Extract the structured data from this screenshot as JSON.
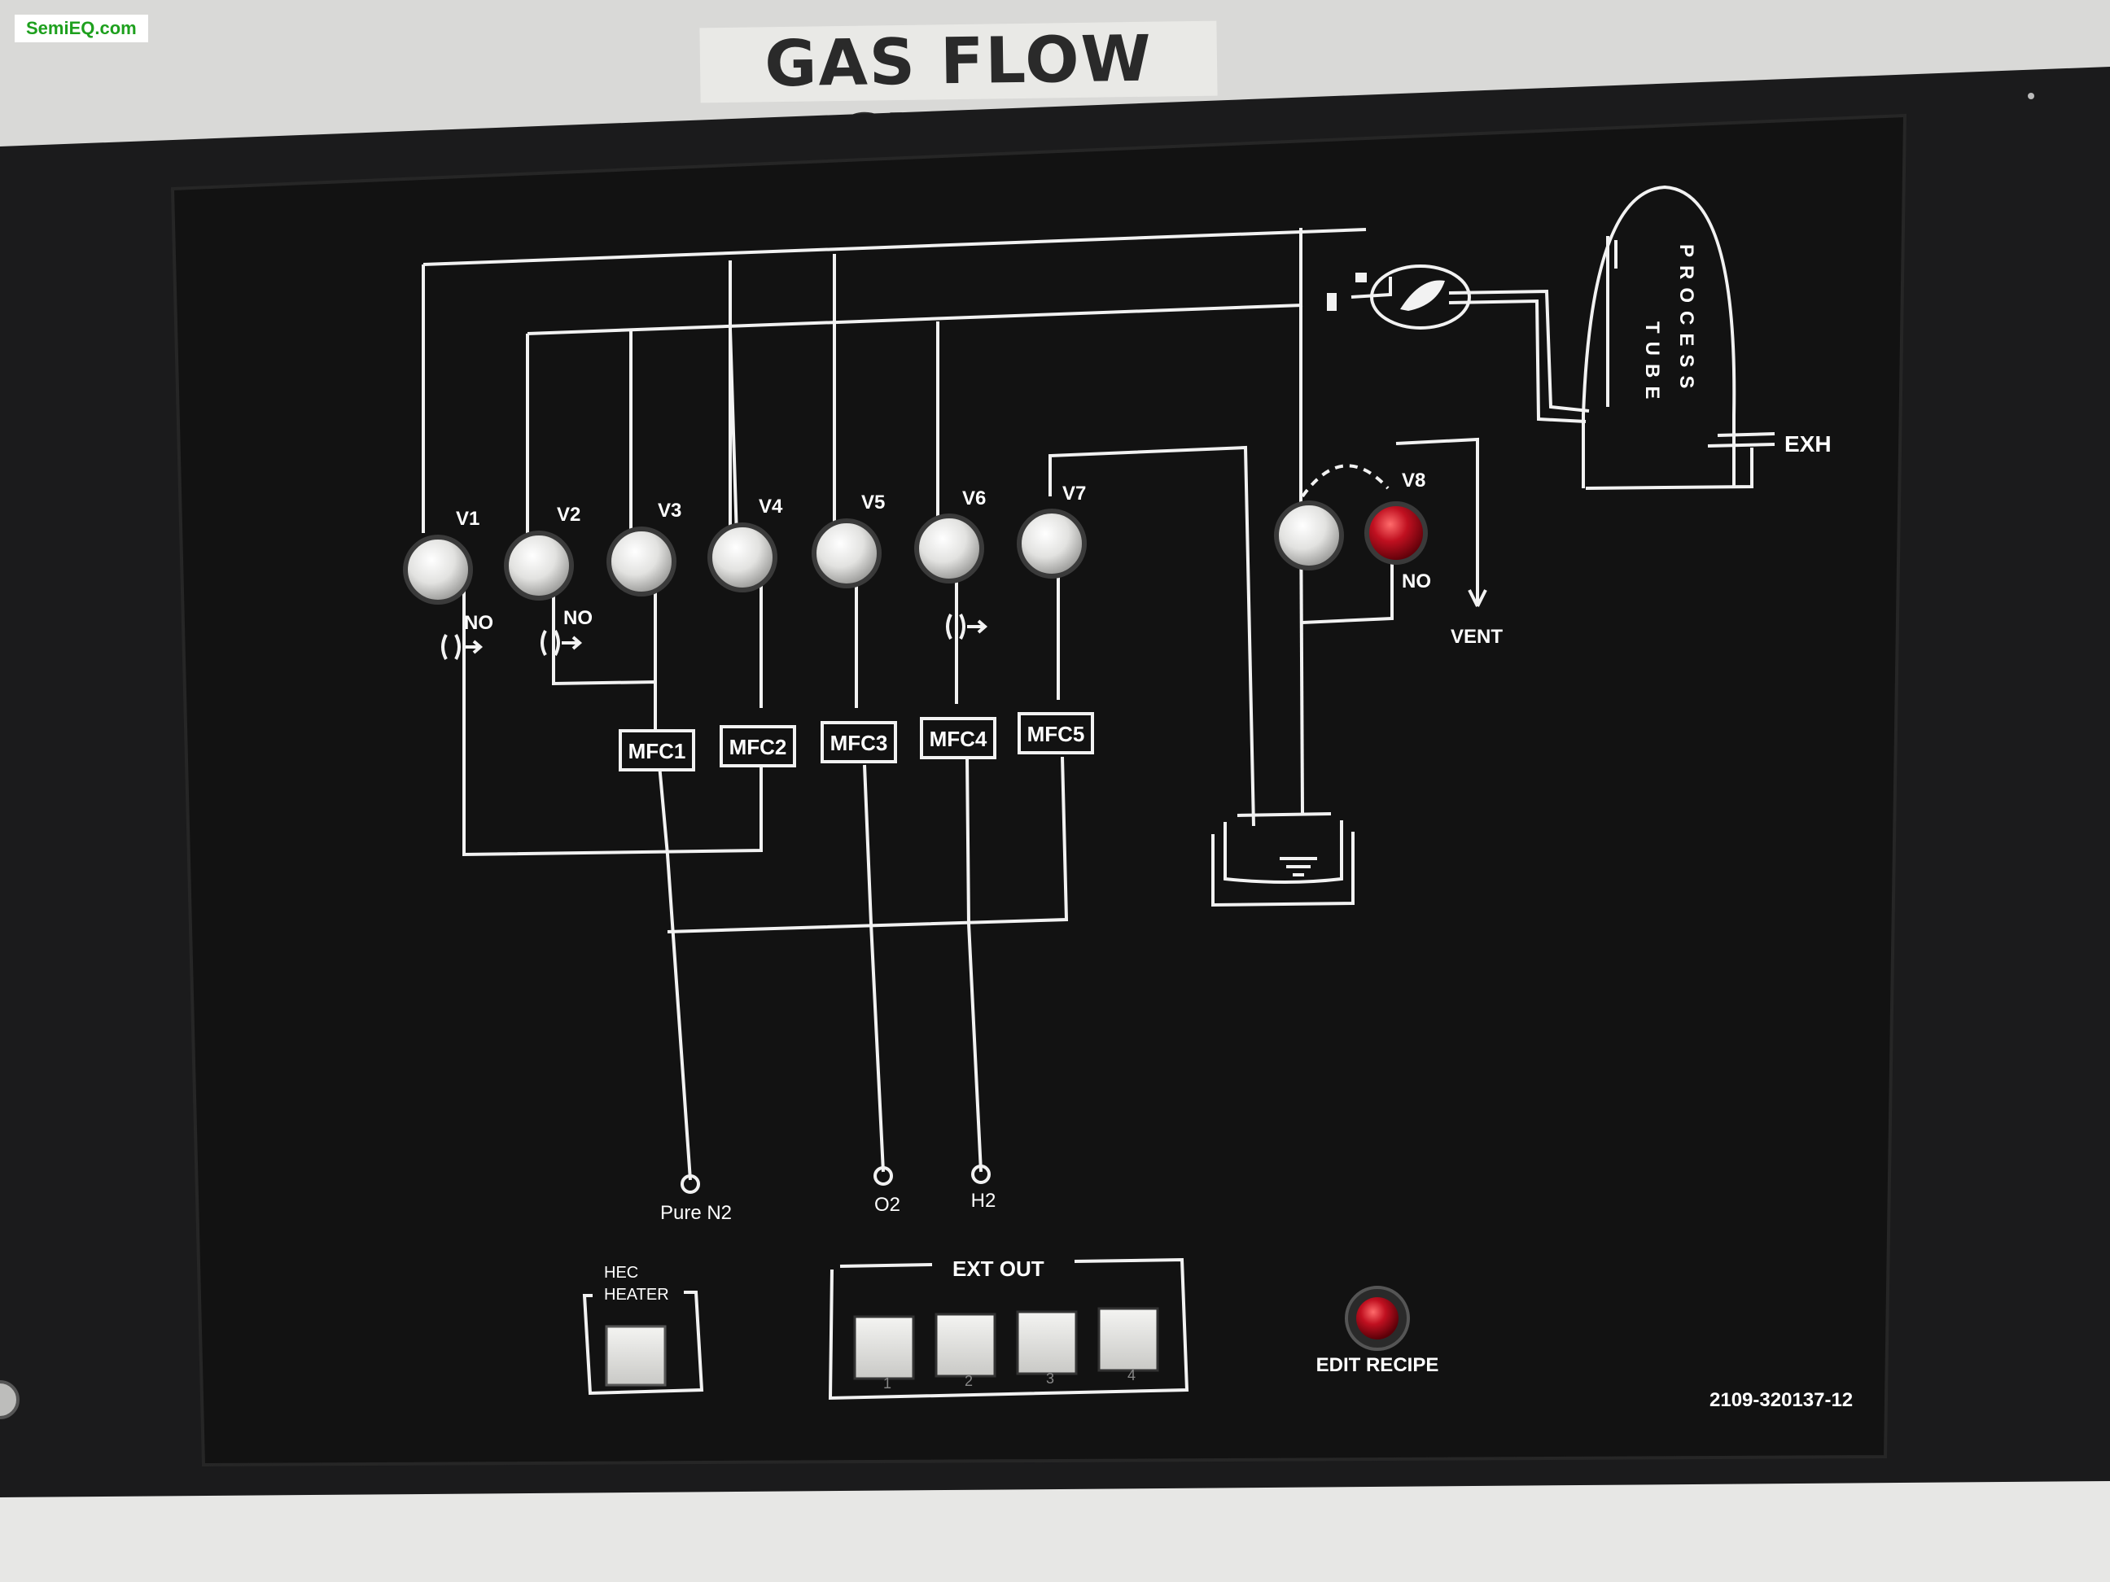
{
  "watermark": "SemiEQ.com",
  "title": "GAS FLOW CHART",
  "valves": [
    {
      "label": "V1",
      "type": "button"
    },
    {
      "label": "V2",
      "type": "button"
    },
    {
      "label": "V3",
      "type": "button"
    },
    {
      "label": "V4",
      "type": "button"
    },
    {
      "label": "V5",
      "type": "button"
    },
    {
      "label": "V6",
      "type": "button"
    },
    {
      "label": "V7",
      "type": "button"
    },
    {
      "label": "V8",
      "type": "indicator"
    }
  ],
  "valve_notes": {
    "v1": "NO",
    "v2": "NO",
    "v8": "NO"
  },
  "mfcs": [
    "MFC1",
    "MFC2",
    "MFC3",
    "MFC4",
    "MFC5"
  ],
  "gas_inputs": [
    "Pure N2",
    "O2",
    "H2"
  ],
  "vent_label": "VENT",
  "exhaust_label": "EXH",
  "tube_labels": {
    "left": "TUBE",
    "right": "PROCESS"
  },
  "hec_heater": {
    "line1": "HEC",
    "line2": "HEATER"
  },
  "ext_out": {
    "label": "EXT OUT",
    "buttons": [
      "1",
      "2",
      "3",
      "4"
    ]
  },
  "edit_recipe": "EDIT RECIPE",
  "part_number": "2109-320137-12",
  "colors": {
    "panel": "#151515",
    "line": "#f2f2f2",
    "indicator": "#b0101a"
  }
}
